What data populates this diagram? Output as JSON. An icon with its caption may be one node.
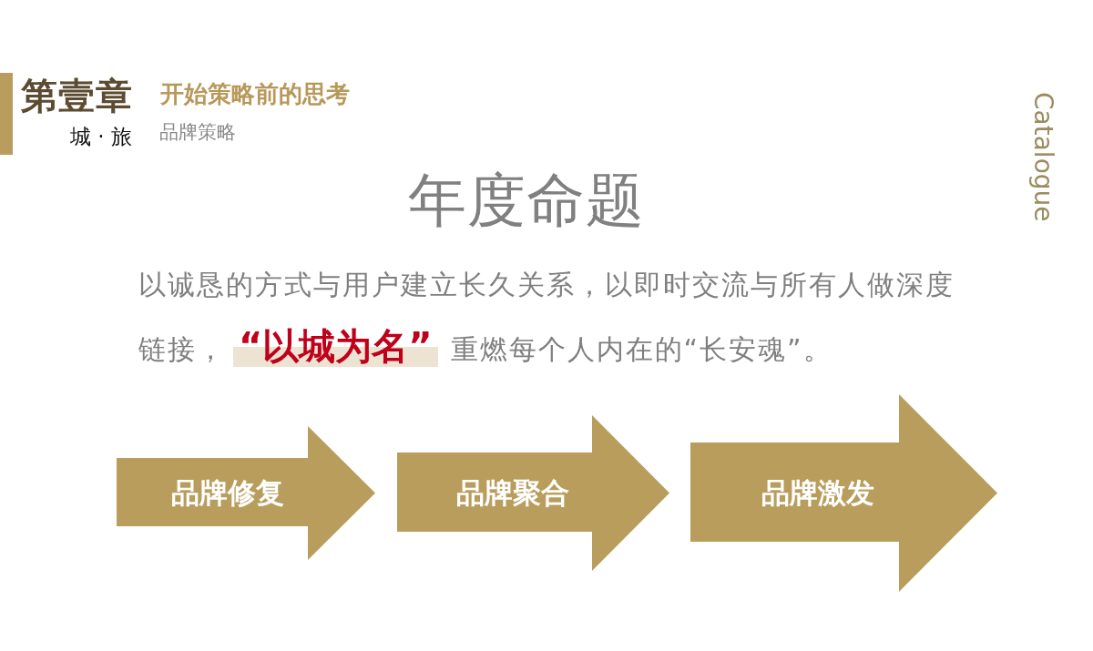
{
  "diagram": {
    "title": "年度命题",
    "nodes": [
      {
        "text": [
          "品牌修复"
        ]
      },
      {
        "text": [
          "品牌聚合"
        ]
      },
      {
        "text": [
          "品牌激发"
        ]
      }
    ],
    "labels": [
      "第壹章",
      "开始策略前的思考",
      "城 · 旅",
      "品牌策略",
      "Catalogue",
      "以诚恳的方式与用户建立长久关系，以即时交流与所有人做深度链接，**“以城为名”**重燃每个人内在的“长安魂”。"
    ]
  }
}
